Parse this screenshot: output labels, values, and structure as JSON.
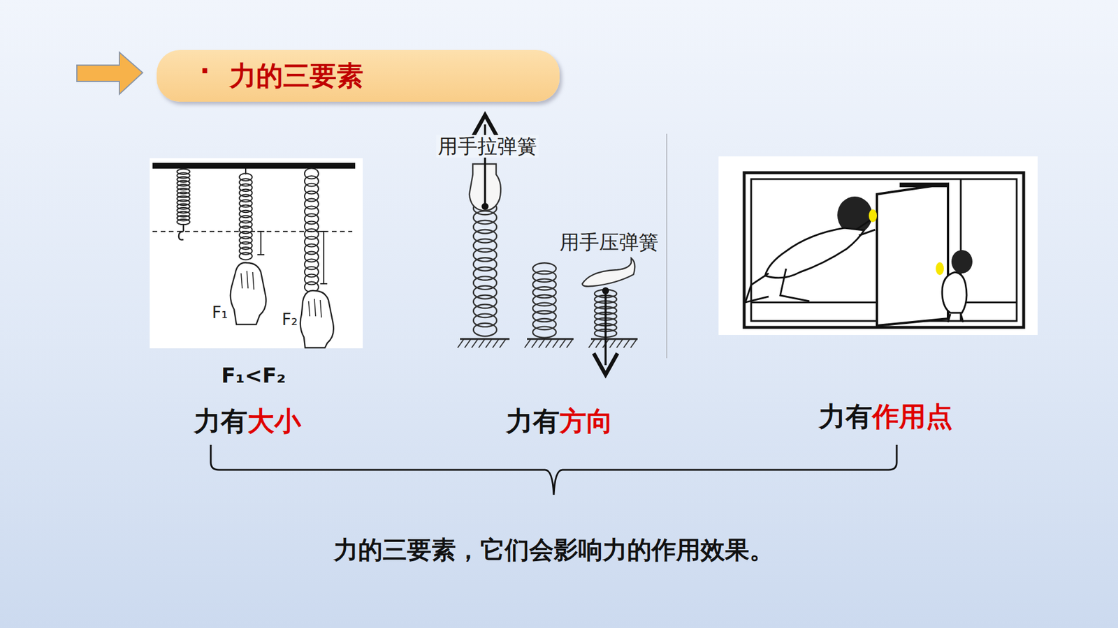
{
  "diagram": {
    "nodes": [
      {
        "text": [
          "力的三要素"
        ]
      }
    ],
    "edges": [],
    "labels": [
      "·",
      "用手拉弹簧",
      "用手压弹簧",
      "F₁",
      "F₂",
      "F₁<F₂",
      "力有",
      "大小",
      "力有",
      "方向",
      "力有",
      "作用点",
      "力的三要素，它们会影响力的作用效果。"
    ]
  }
}
